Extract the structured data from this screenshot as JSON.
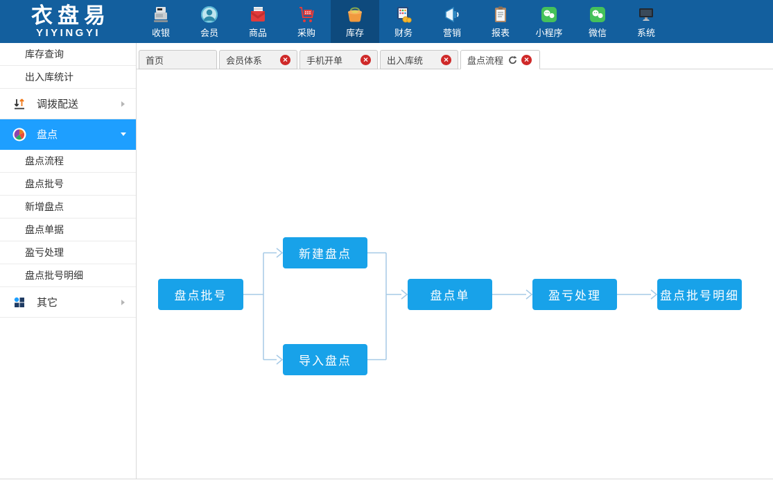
{
  "brand": {
    "title": "衣盘易",
    "subtitle": "YIYINGYI"
  },
  "topnav": {
    "active_item": "库存",
    "items": [
      {
        "label": "收银",
        "icon": "cashier-icon"
      },
      {
        "label": "会员",
        "icon": "member-icon"
      },
      {
        "label": "商品",
        "icon": "product-icon"
      },
      {
        "label": "采购",
        "icon": "purchase-cart-icon"
      },
      {
        "label": "库存",
        "icon": "inventory-basket-icon"
      },
      {
        "label": "财务",
        "icon": "finance-abacus-icon"
      },
      {
        "label": "营销",
        "icon": "marketing-megaphone-icon"
      },
      {
        "label": "报表",
        "icon": "report-clipboard-icon"
      },
      {
        "label": "小程序",
        "icon": "miniprogram-icon"
      },
      {
        "label": "微信",
        "icon": "wechat-icon"
      },
      {
        "label": "系统",
        "icon": "system-monitor-icon"
      }
    ]
  },
  "sidebar": {
    "selected_item": "盘点",
    "items": [
      {
        "label": "库存查询",
        "type": "sub"
      },
      {
        "label": "出入库统计",
        "type": "sub"
      },
      {
        "label": "调拨配送",
        "type": "parent",
        "icon": "transfer-arrows-icon"
      },
      {
        "label": "盘点",
        "type": "parent",
        "icon": "pie-chart-icon",
        "selected": true
      },
      {
        "label": "盘点流程",
        "type": "sub"
      },
      {
        "label": "盘点批号",
        "type": "sub"
      },
      {
        "label": "新增盘点",
        "type": "sub"
      },
      {
        "label": "盘点单据",
        "type": "sub"
      },
      {
        "label": "盈亏处理",
        "type": "sub"
      },
      {
        "label": "盘点批号明细",
        "type": "sub"
      },
      {
        "label": "其它",
        "type": "parent",
        "icon": "grid-icon"
      }
    ]
  },
  "tabs": [
    {
      "label": "首页",
      "closable": false,
      "active": false
    },
    {
      "label": "会员体系",
      "closable": true,
      "active": false
    },
    {
      "label": "手机开单",
      "closable": true,
      "active": false
    },
    {
      "label": "出入库统",
      "closable": true,
      "active": false
    },
    {
      "label": "盘点流程",
      "closable": true,
      "active": true,
      "refreshable": true
    }
  ],
  "close_glyph": "×",
  "flowchart": {
    "nodes": [
      {
        "id": "batch",
        "label": "盘点批号"
      },
      {
        "id": "new",
        "label": "新建盘点"
      },
      {
        "id": "import",
        "label": "导入盘点"
      },
      {
        "id": "sheet",
        "label": "盘点单"
      },
      {
        "id": "profit",
        "label": "盈亏处理"
      },
      {
        "id": "detail",
        "label": "盘点批号明细"
      }
    ],
    "edges": [
      "盘点批号→新建盘点",
      "盘点批号→导入盘点",
      "新建盘点→盘点单",
      "导入盘点→盘点单",
      "盘点单→盈亏处理",
      "盈亏处理→盘点批号明细"
    ]
  },
  "colors": {
    "nav_bg": "#135f9e",
    "nav_active_bg": "#0e4a7d",
    "sidebar_selected_bg": "#1e9fff",
    "flow_node_bg": "#18a2e9",
    "flow_line": "#a5c9e6",
    "close_badge": "#cf2929"
  }
}
